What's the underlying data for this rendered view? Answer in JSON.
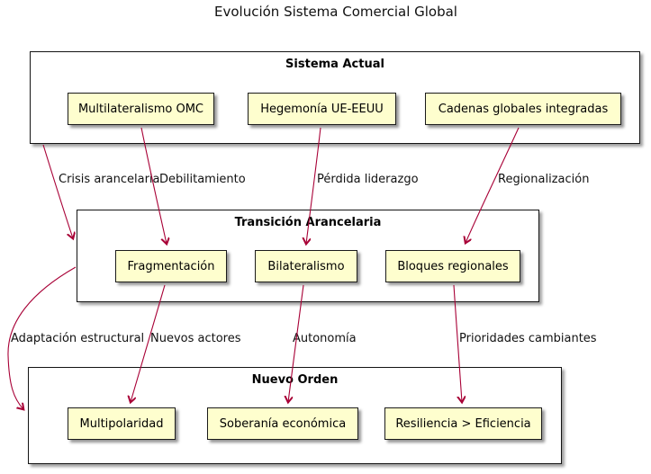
{
  "title": "Evolución Sistema Comercial Global",
  "containers": [
    {
      "label": "Sistema Actual",
      "nodes": [
        {
          "label": "Multilateralismo OMC"
        },
        {
          "label": "Hegemonía UE-EEUU"
        },
        {
          "label": "Cadenas globales integradas"
        }
      ]
    },
    {
      "label": "Transición Arancelaria",
      "nodes": [
        {
          "label": "Fragmentación"
        },
        {
          "label": "Bilateralismo"
        },
        {
          "label": "Bloques regionales"
        }
      ]
    },
    {
      "label": "Nuevo Orden",
      "nodes": [
        {
          "label": "Multipolaridad"
        },
        {
          "label": "Soberanía económica"
        },
        {
          "label": "Resiliencia > Eficiencia"
        }
      ]
    }
  ],
  "edges": [
    {
      "label": "Crisis arancelaria",
      "from": "Sistema Actual",
      "to": "Transición Arancelaria"
    },
    {
      "label": "Debilitamiento",
      "from": "Multilateralismo OMC",
      "to": "Fragmentación"
    },
    {
      "label": "Pérdida liderazgo",
      "from": "Hegemonía UE-EEUU",
      "to": "Bilateralismo"
    },
    {
      "label": "Regionalización",
      "from": "Cadenas globales integradas",
      "to": "Bloques regionales"
    },
    {
      "label": "Adaptación estructural",
      "from": "Transición Arancelaria",
      "to": "Nuevo Orden"
    },
    {
      "label": "Nuevos actores",
      "from": "Fragmentación",
      "to": "Multipolaridad"
    },
    {
      "label": "Autonomía",
      "from": "Bilateralismo",
      "to": "Soberanía económica"
    },
    {
      "label": "Prioridades cambiantes",
      "from": "Bloques regionales",
      "to": "Resiliencia > Eficiencia"
    }
  ],
  "colors": {
    "node_fill": "#FEFECE",
    "node_border": "#1B1B1B",
    "container_border": "#141414",
    "arrow": "#A80036",
    "background": "#FFFFFF"
  }
}
